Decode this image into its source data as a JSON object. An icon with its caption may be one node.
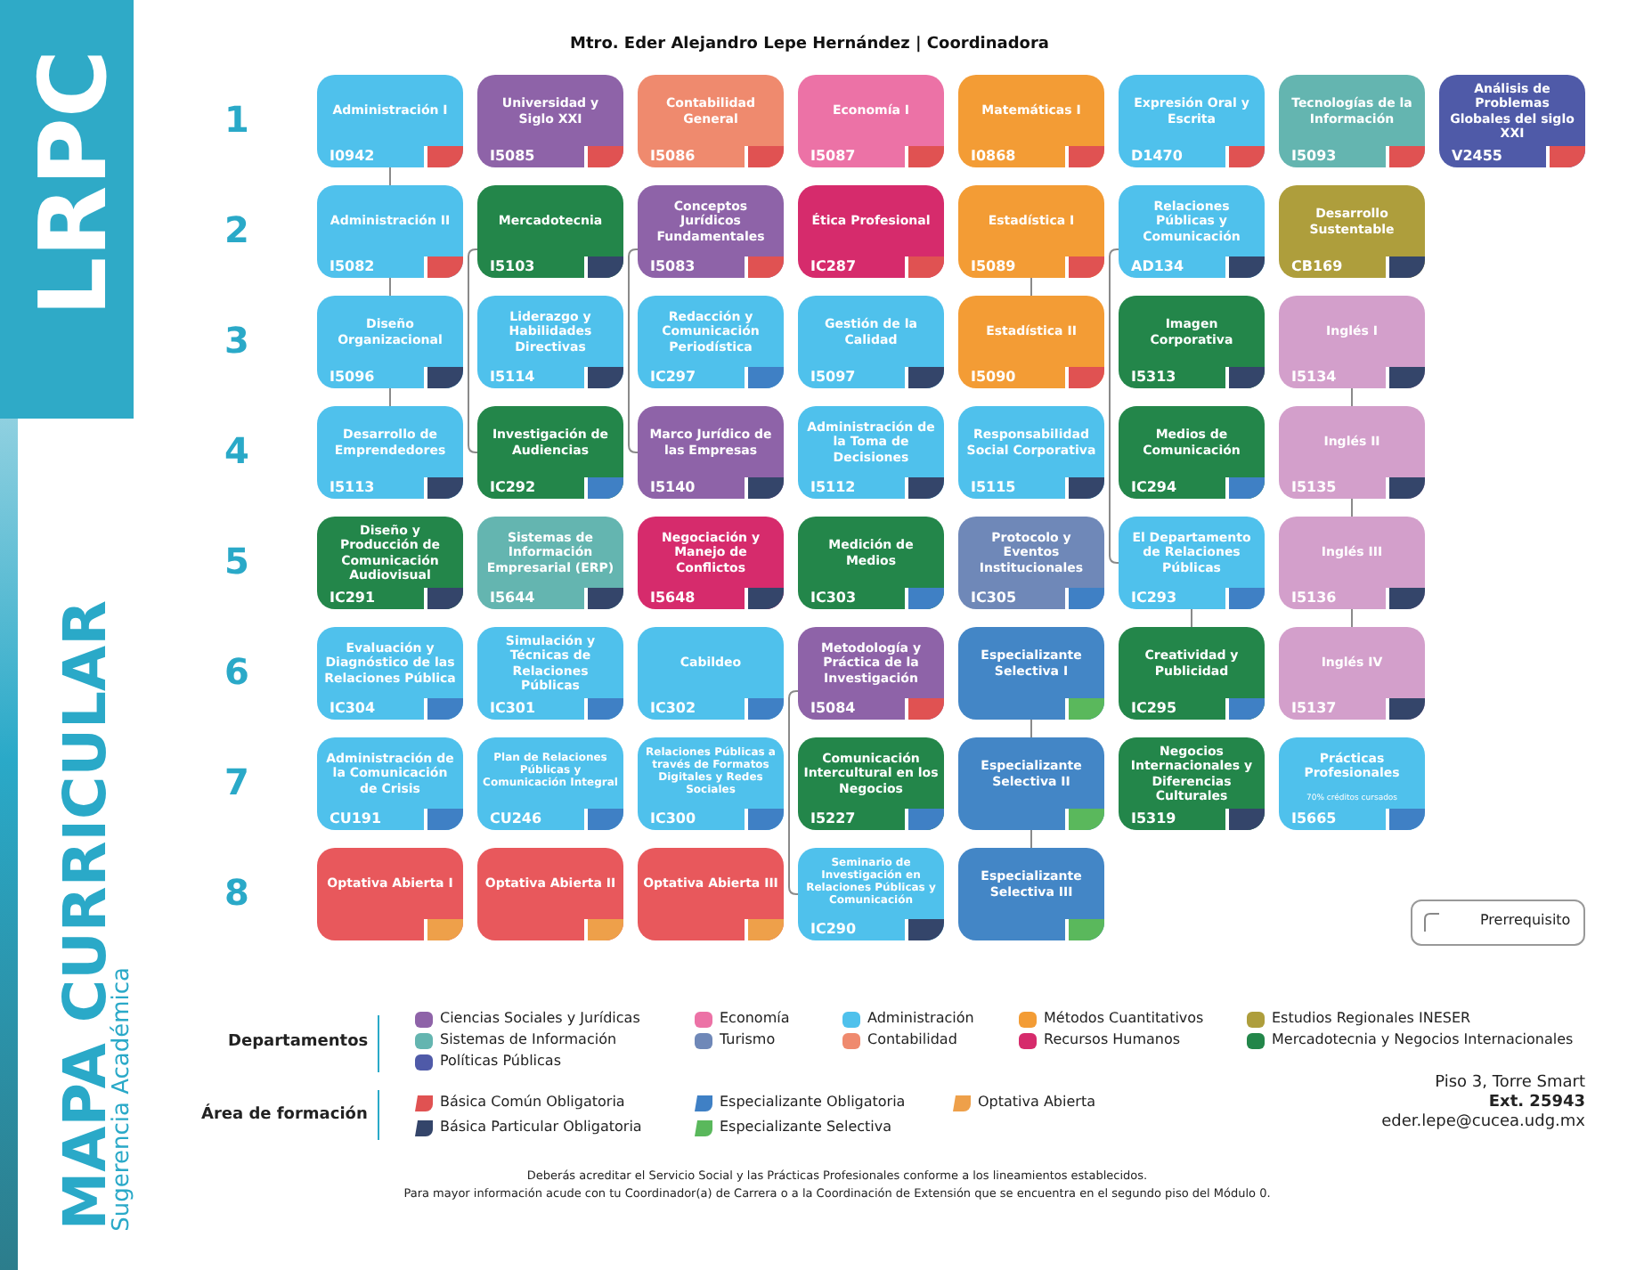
{
  "diagram": {
    "title": "MAPA CURRICULAR",
    "nodes": [
      {
        "text": [
          "Administración I",
          "I0942"
        ]
      },
      {
        "text": [
          "Universidad y Siglo XXI",
          "I5085"
        ]
      },
      {
        "text": [
          "Contabilidad General",
          "I5086"
        ]
      },
      {
        "text": [
          "Economía I",
          "I5087"
        ]
      },
      {
        "text": [
          "Matemáticas I",
          "I0868"
        ]
      },
      {
        "text": [
          "Expresión Oral y Escrita",
          "D1470"
        ]
      },
      {
        "text": [
          "Tecnologías de la Información",
          "I5093"
        ]
      },
      {
        "text": [
          "Análisis de Problemas Globales del siglo XXI",
          "V2455"
        ]
      },
      {
        "text": [
          "Administración II",
          "I5082"
        ]
      },
      {
        "text": [
          "Mercadotecnia",
          "I5103"
        ]
      },
      {
        "text": [
          "Conceptos Jurídicos Fundamentales",
          "I5083"
        ]
      },
      {
        "text": [
          "Ética Profesional",
          "IC287"
        ]
      },
      {
        "text": [
          "Estadística I",
          "I5089"
        ]
      },
      {
        "text": [
          "Relaciones Públicas y Comunicación",
          "AD134"
        ]
      },
      {
        "text": [
          "Desarrollo Sustentable",
          "CB169"
        ]
      },
      {
        "text": [
          "Diseño Organizacional",
          "I5096"
        ]
      },
      {
        "text": [
          "Liderazgo y Habilidades Directivas",
          "I5114"
        ]
      },
      {
        "text": [
          "Redacción y Comunicación Periodística",
          "IC297"
        ]
      },
      {
        "text": [
          "Gestión de la Calidad",
          "I5097"
        ]
      },
      {
        "text": [
          "Estadística II",
          "I5090"
        ]
      },
      {
        "text": [
          "Imagen Corporativa",
          "I5313"
        ]
      },
      {
        "text": [
          "Inglés I",
          "I5134"
        ]
      },
      {
        "text": [
          "Desarrollo de Emprendedores",
          "I5113"
        ]
      },
      {
        "text": [
          "Investigación de Audiencias",
          "IC292"
        ]
      },
      {
        "text": [
          "Marco Jurídico de las Empresas",
          "I5140"
        ]
      },
      {
        "text": [
          "Administración de la Toma de Decisiones",
          "I5112"
        ]
      },
      {
        "text": [
          "Responsabilidad Social Corporativa",
          "I5115"
        ]
      },
      {
        "text": [
          "Medios de Comunicación",
          "IC294"
        ]
      },
      {
        "text": [
          "Inglés II",
          "I5135"
        ]
      },
      {
        "text": [
          "Diseño y Producción de Comunicación Audiovisual",
          "IC291"
        ]
      },
      {
        "text": [
          "Sistemas de Información Empresarial (ERP)",
          "I5644"
        ]
      },
      {
        "text": [
          "Negociación y Manejo de Conflictos",
          "I5648"
        ]
      },
      {
        "text": [
          "Medición de Medios",
          "IC303"
        ]
      },
      {
        "text": [
          "Protocolo y Eventos Institucionales",
          "IC305"
        ]
      },
      {
        "text": [
          "El Departamento de Relaciones Públicas",
          "IC293"
        ]
      },
      {
        "text": [
          "Inglés III",
          "I5136"
        ]
      },
      {
        "text": [
          "Evaluación y Diagnóstico de las Relaciones Pública",
          "IC304"
        ]
      },
      {
        "text": [
          "Simulación y Técnicas de Relaciones Públicas",
          "IC301"
        ]
      },
      {
        "text": [
          "Cabildeo",
          "IC302"
        ]
      },
      {
        "text": [
          "Metodología y Práctica de la Investigación",
          "I5084"
        ]
      },
      {
        "text": [
          "Especializante Selectiva I"
        ]
      },
      {
        "text": [
          "Creatividad y Publicidad",
          "IC295"
        ]
      },
      {
        "text": [
          "Inglés IV",
          "I5137"
        ]
      },
      {
        "text": [
          "Administración de la Comunicación de Crisis",
          "CU191"
        ]
      },
      {
        "text": [
          "Plan de Relaciones Públicas y Comunicación Integral",
          "CU246"
        ]
      },
      {
        "text": [
          "Relaciones Públicas a través de Formatos Digitales y Redes Sociales",
          "IC300"
        ]
      },
      {
        "text": [
          "Comunicación Intercultural en los Negocios",
          "I5227"
        ]
      },
      {
        "text": [
          "Especializante Selectiva II"
        ]
      },
      {
        "text": [
          "Negocios Internacionales y Diferencias Culturales",
          "I5319"
        ]
      },
      {
        "text": [
          "Prácticas Profesionales",
          "70% créditos cursados",
          "I5665"
        ]
      },
      {
        "text": [
          "Optativa Abierta I"
        ]
      },
      {
        "text": [
          "Optativa Abierta II"
        ]
      },
      {
        "text": [
          "Optativa Abierta III"
        ]
      },
      {
        "text": [
          "Seminario de Investigación en Relaciones Públicas y Comunicación",
          "IC290"
        ]
      },
      {
        "text": [
          "Especializante Selectiva III"
        ]
      }
    ],
    "edges": [
      {
        "from": 0,
        "to": 8,
        "arrow": "none"
      },
      {
        "from": 8,
        "to": 15,
        "arrow": "none"
      },
      {
        "from": 15,
        "to": 22,
        "arrow": "none"
      },
      {
        "from": 9,
        "to": 23,
        "arrow": "none"
      },
      {
        "from": 10,
        "to": 24,
        "arrow": "none"
      },
      {
        "from": 12,
        "to": 19,
        "arrow": "none"
      },
      {
        "from": 13,
        "to": 34,
        "arrow": "none"
      },
      {
        "from": 34,
        "to": 41,
        "arrow": "none"
      },
      {
        "from": 21,
        "to": 28,
        "arrow": "none"
      },
      {
        "from": 28,
        "to": 35,
        "arrow": "none"
      },
      {
        "from": 35,
        "to": 42,
        "arrow": "none"
      },
      {
        "from": 39,
        "to": 53,
        "arrow": "none"
      },
      {
        "from": 40,
        "to": 47,
        "arrow": "none"
      },
      {
        "from": 47,
        "to": 54,
        "arrow": "none"
      }
    ],
    "labels": [
      "LRPC",
      "Mtro. Eder Alejandro Lepe Hernández | Coordinadora",
      "1",
      "2",
      "3",
      "4",
      "5",
      "6",
      "7",
      "8",
      "Sugerencia Académica",
      "Departamentos",
      "Área de formación",
      "Piso 3, Torre Smart",
      "Ext. 25943",
      "eder.lepe@cucea.udg.mx",
      "Deberás acreditar el Servicio Social y las Prácticas Profesionales conforme a los lineamientos establecidos.",
      "Para mayor información acude con tu Coordinador(a) de Carrera o a la Coordinación de Extensión que se encuentra en el segundo piso del Módulo 0."
    ],
    "legend": [
      {
        "text": "Ciencias Sociales y Jurídicas",
        "color": "#8e63a8"
      },
      {
        "text": "Economía",
        "color": "#ec72a6"
      },
      {
        "text": "Administración",
        "color": "#4fc1ec"
      },
      {
        "text": "Métodos Cuantitativos",
        "color": "#f39c35"
      },
      {
        "text": "Estudios Regionales INESER",
        "color": "#ae9e3c"
      },
      {
        "text": "Sistemas de Información",
        "color": "#64b5b0"
      },
      {
        "text": "Turismo",
        "color": "#6f88b8"
      },
      {
        "text": "Contabilidad",
        "color": "#ef8a6e"
      },
      {
        "text": "Recursos Humanos",
        "color": "#d62b6c"
      },
      {
        "text": "Mercadotecnia y Negocios Internacionales",
        "color": "#23864a"
      },
      {
        "text": "Políticas Públicas",
        "color": "#4f5aa8"
      },
      {
        "text": "Básica Común Obligatoria",
        "color": "#e05252"
      },
      {
        "text": "Especializante Obligatoria",
        "color": "#3f80c5"
      },
      {
        "text": "Optativa Abierta",
        "color": "#eea04a"
      },
      {
        "text": "Básica Particular Obligatoria",
        "color": "#34456a"
      },
      {
        "text": "Especializante Selectiva",
        "color": "#5ab85c"
      },
      {
        "text": "Prerrequisito"
      }
    ]
  }
}
